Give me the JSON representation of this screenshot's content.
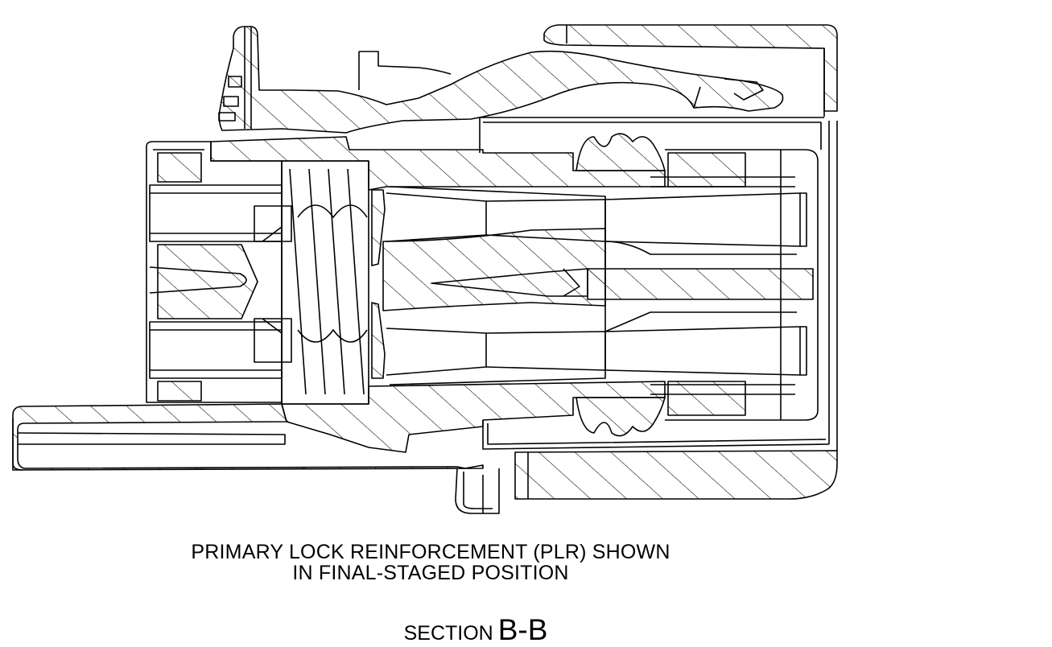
{
  "drawing": {
    "caption_line1": "PRIMARY LOCK REINFORCEMENT (PLR) SHOWN",
    "caption_line2": "IN FINAL-STAGED POSITION",
    "section_word": "SECTION",
    "section_id": "B-B"
  }
}
